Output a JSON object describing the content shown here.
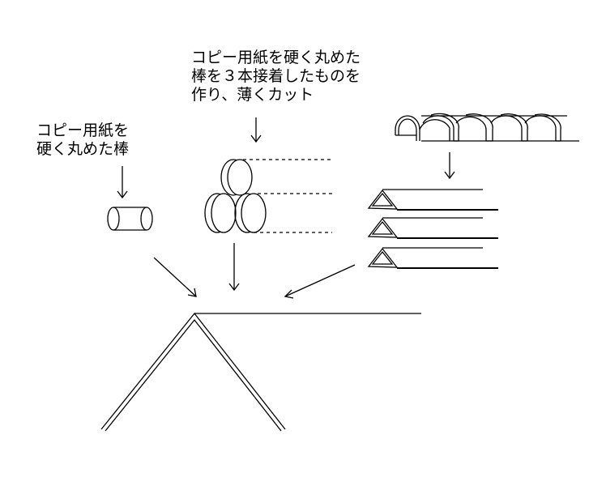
{
  "labels": {
    "single_rod": [
      "コピー用紙を",
      "硬く丸めた棒"
    ],
    "three_rods": [
      "コピー用紙を硬く丸めた",
      "棒を３本接着したものを",
      "作り、薄くカット"
    ]
  },
  "colors": {
    "ink": "#000000",
    "background": "#ffffff"
  }
}
